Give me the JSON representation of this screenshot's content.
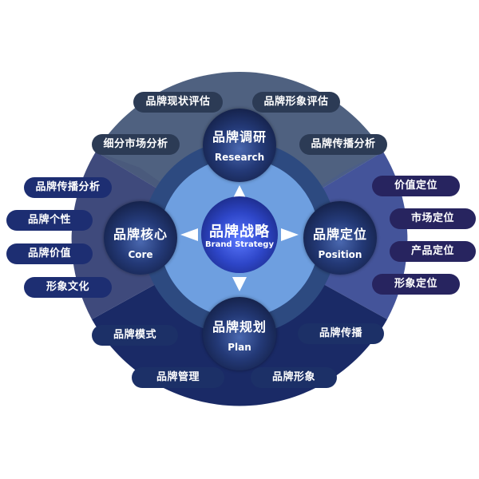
{
  "colors": {
    "outer_top": "#4f6180",
    "outer_left": "#3f4a7c",
    "outer_right": "#44549a",
    "outer_bottom": "#1a2a66",
    "mid_ring": "#2d4a80",
    "inner_disc": "#6e9fe0",
    "arrow": "#ffffff"
  },
  "center": {
    "title": "品牌战略",
    "subtitle": "Brand Strategy"
  },
  "nodes": {
    "research": {
      "title": "品牌调研",
      "subtitle": "Research"
    },
    "core": {
      "title": "品牌核心",
      "subtitle": "Core"
    },
    "position": {
      "title": "品牌定位",
      "subtitle": "Position"
    },
    "plan": {
      "title": "品牌规划",
      "subtitle": "Plan"
    }
  },
  "research_items": [
    "品牌现状评估",
    "品牌形象评估",
    "细分市场分析",
    "品牌传播分析"
  ],
  "core_items": [
    "品牌传播分析",
    "品牌个性",
    "品牌价值",
    "形象文化"
  ],
  "position_items": [
    "价值定位",
    "市场定位",
    "产品定位",
    "形象定位"
  ],
  "plan_items": [
    "品牌模式",
    "品牌传播",
    "品牌管理",
    "品牌形象"
  ]
}
